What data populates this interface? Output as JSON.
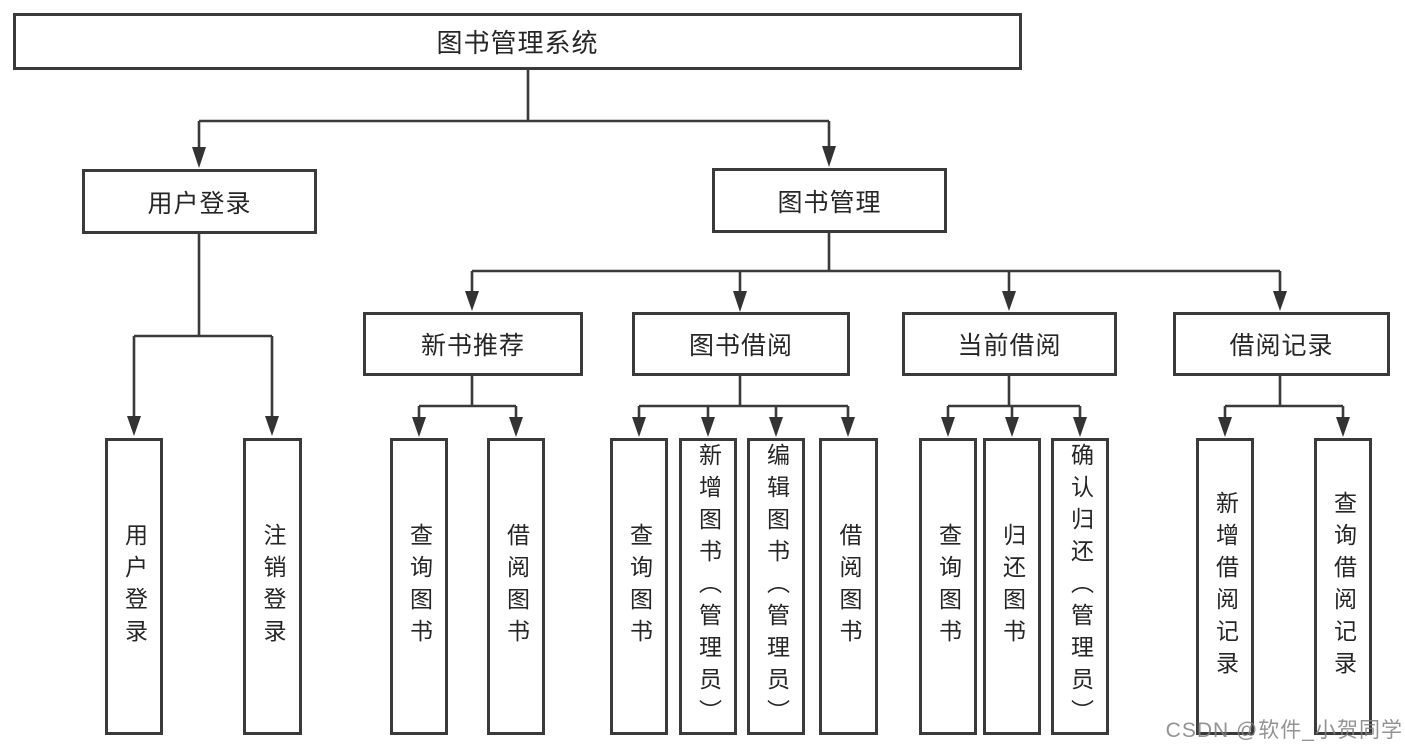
{
  "diagram": {
    "root": {
      "label": "图书管理系统"
    },
    "level2": [
      {
        "label": "用户登录",
        "children": [
          {
            "label": "用户登录"
          },
          {
            "label": "注销登录"
          }
        ]
      },
      {
        "label": "图书管理",
        "children": [
          {
            "label": "新书推荐",
            "children": [
              {
                "label": "查询图书"
              },
              {
                "label": "借阅图书"
              }
            ]
          },
          {
            "label": "图书借阅",
            "children": [
              {
                "label": "查询图书"
              },
              {
                "label": "新增图书（管理员）"
              },
              {
                "label": "编辑图书（管理员）"
              },
              {
                "label": "借阅图书"
              }
            ]
          },
          {
            "label": "当前借阅",
            "children": [
              {
                "label": "查询图书"
              },
              {
                "label": "归还图书"
              },
              {
                "label": "确认归还（管理员）"
              }
            ]
          },
          {
            "label": "借阅记录",
            "children": [
              {
                "label": "新增借阅记录"
              },
              {
                "label": "查询借阅记录"
              }
            ]
          }
        ]
      }
    ],
    "colors": {
      "line": "#3a3a3a",
      "box_border": "#3a3a3a",
      "box_fill": "#ffffff",
      "text": "#262626",
      "watermark": "#8a8a8a",
      "background": "#ffffff"
    }
  },
  "watermark": {
    "text": "CSDN @软件_小贺同学"
  }
}
